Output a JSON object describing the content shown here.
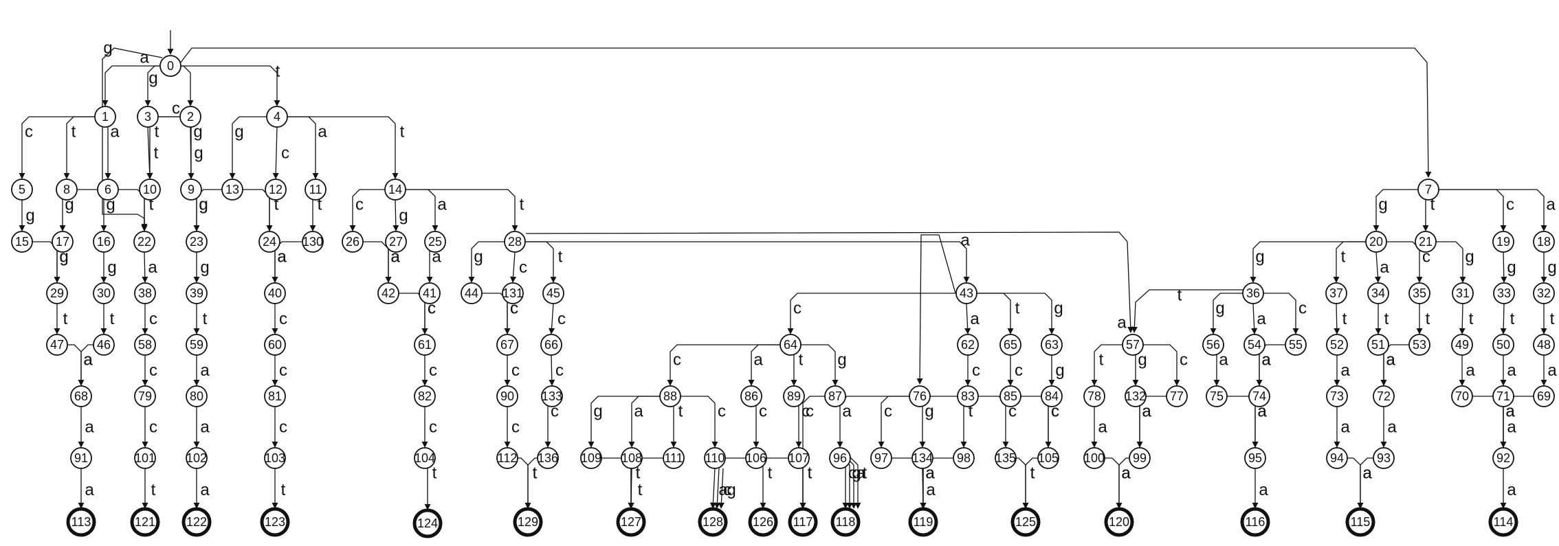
{
  "diagram": {
    "type": "state-transition-graph",
    "start_state": "0",
    "states": [
      "0",
      "1",
      "2",
      "3",
      "4",
      "5",
      "6",
      "7",
      "8",
      "9",
      "10",
      "11",
      "12",
      "13",
      "14",
      "15",
      "16",
      "17",
      "18",
      "19",
      "20",
      "21",
      "22",
      "23",
      "24",
      "25",
      "26",
      "27",
      "28",
      "29",
      "30",
      "31",
      "32",
      "33",
      "34",
      "35",
      "36",
      "37",
      "38",
      "39",
      "40",
      "41",
      "42",
      "43",
      "44",
      "45",
      "46",
      "47",
      "48",
      "49",
      "50",
      "51",
      "52",
      "53",
      "54",
      "55",
      "56",
      "57",
      "58",
      "59",
      "60",
      "61",
      "62",
      "63",
      "64",
      "65",
      "66",
      "67",
      "68",
      "69",
      "70",
      "71",
      "72",
      "73",
      "74",
      "75",
      "76",
      "77",
      "78",
      "79",
      "80",
      "81",
      "82",
      "83",
      "84",
      "85",
      "86",
      "87",
      "88",
      "89",
      "90",
      "91",
      "92",
      "93",
      "94",
      "95",
      "96",
      "97",
      "98",
      "99",
      "100",
      "101",
      "102",
      "103",
      "104",
      "105",
      "106",
      "107",
      "108",
      "109",
      "110",
      "111",
      "112",
      "113",
      "114",
      "115",
      "116",
      "117",
      "118",
      "119",
      "120",
      "121",
      "122",
      "123",
      "124",
      "125",
      "126",
      "127",
      "128",
      "129",
      "130",
      "131",
      "132",
      "133",
      "134",
      "135",
      "136"
    ],
    "final_states": [
      "113",
      "114",
      "115",
      "116",
      "117",
      "118",
      "119",
      "120",
      "121",
      "122",
      "123",
      "124",
      "125",
      "126",
      "127",
      "128",
      "129"
    ],
    "transitions": [
      {
        "from": "0",
        "to": "1",
        "label": "a"
      },
      {
        "from": "0",
        "to": "22",
        "label": "g"
      },
      {
        "from": "0",
        "to": "3",
        "label": "g"
      },
      {
        "from": "0",
        "to": "2",
        "label": "c"
      },
      {
        "from": "0",
        "to": "4",
        "label": "t"
      },
      {
        "from": "0",
        "to": "7",
        "label": ""
      },
      {
        "from": "1",
        "to": "5",
        "label": "c"
      },
      {
        "from": "1",
        "to": "8",
        "label": "t"
      },
      {
        "from": "1",
        "to": "6",
        "label": "a"
      },
      {
        "from": "3",
        "to": "10",
        "label": "t"
      },
      {
        "from": "3",
        "to": "9",
        "label": "g"
      },
      {
        "from": "2",
        "to": "10",
        "label": "t"
      },
      {
        "from": "2",
        "to": "9",
        "label": "g"
      },
      {
        "from": "4",
        "to": "13",
        "label": "g"
      },
      {
        "from": "4",
        "to": "12",
        "label": "c"
      },
      {
        "from": "4",
        "to": "11",
        "label": "a"
      },
      {
        "from": "4",
        "to": "14",
        "label": "t"
      },
      {
        "from": "5",
        "to": "15",
        "label": "g"
      },
      {
        "from": "15",
        "to": "29",
        "label": "g"
      },
      {
        "from": "8",
        "to": "17",
        "label": "g"
      },
      {
        "from": "8",
        "to": "22",
        "label": "t"
      },
      {
        "from": "17",
        "to": "29",
        "label": "g"
      },
      {
        "from": "6",
        "to": "16",
        "label": "g"
      },
      {
        "from": "16",
        "to": "30",
        "label": "g"
      },
      {
        "from": "30",
        "to": "46",
        "label": "t"
      },
      {
        "from": "46",
        "to": "68",
        "label": "a"
      },
      {
        "from": "29",
        "to": "47",
        "label": "t"
      },
      {
        "from": "47",
        "to": "68",
        "label": "a"
      },
      {
        "from": "68",
        "to": "91",
        "label": "a"
      },
      {
        "from": "91",
        "to": "113",
        "label": "a"
      },
      {
        "from": "10",
        "to": "22",
        "label": "t"
      },
      {
        "from": "22",
        "to": "38",
        "label": "a"
      },
      {
        "from": "38",
        "to": "58",
        "label": "c"
      },
      {
        "from": "58",
        "to": "79",
        "label": "c"
      },
      {
        "from": "79",
        "to": "101",
        "label": "c"
      },
      {
        "from": "101",
        "to": "121",
        "label": "t"
      },
      {
        "from": "9",
        "to": "23",
        "label": "g"
      },
      {
        "from": "13",
        "to": "23",
        "label": "g"
      },
      {
        "from": "23",
        "to": "39",
        "label": "g"
      },
      {
        "from": "39",
        "to": "59",
        "label": "t"
      },
      {
        "from": "59",
        "to": "80",
        "label": "a"
      },
      {
        "from": "80",
        "to": "102",
        "label": "a"
      },
      {
        "from": "102",
        "to": "122",
        "label": "a"
      },
      {
        "from": "13",
        "to": "24",
        "label": "t"
      },
      {
        "from": "12",
        "to": "24",
        "label": "t"
      },
      {
        "from": "24",
        "to": "40",
        "label": "a"
      },
      {
        "from": "11",
        "to": "130",
        "label": "t"
      },
      {
        "from": "130",
        "to": "40",
        "label": "a"
      },
      {
        "from": "40",
        "to": "60",
        "label": "c"
      },
      {
        "from": "60",
        "to": "81",
        "label": "c"
      },
      {
        "from": "81",
        "to": "103",
        "label": "c"
      },
      {
        "from": "103",
        "to": "123",
        "label": "t"
      },
      {
        "from": "14",
        "to": "26",
        "label": "c"
      },
      {
        "from": "14",
        "to": "27",
        "label": "g"
      },
      {
        "from": "14",
        "to": "25",
        "label": "a"
      },
      {
        "from": "14",
        "to": "28",
        "label": "t"
      },
      {
        "from": "26",
        "to": "42",
        "label": "a"
      },
      {
        "from": "27",
        "to": "42",
        "label": "a"
      },
      {
        "from": "25",
        "to": "41",
        "label": "a"
      },
      {
        "from": "42",
        "to": "61",
        "label": "c"
      },
      {
        "from": "41",
        "to": "61",
        "label": "c"
      },
      {
        "from": "61",
        "to": "82",
        "label": "c"
      },
      {
        "from": "82",
        "to": "104",
        "label": "c"
      },
      {
        "from": "104",
        "to": "124",
        "label": "t"
      },
      {
        "from": "28",
        "to": "44",
        "label": "g"
      },
      {
        "from": "28",
        "to": "131",
        "label": "c"
      },
      {
        "from": "28",
        "to": "45",
        "label": "t"
      },
      {
        "from": "28",
        "to": "57",
        "label": "a"
      },
      {
        "from": "44",
        "to": "67",
        "label": "c"
      },
      {
        "from": "131",
        "to": "67",
        "label": "c"
      },
      {
        "from": "45",
        "to": "66",
        "label": "c"
      },
      {
        "from": "67",
        "to": "90",
        "label": "c"
      },
      {
        "from": "90",
        "to": "112",
        "label": "c"
      },
      {
        "from": "112",
        "to": "129",
        "label": "t"
      },
      {
        "from": "66",
        "to": "133",
        "label": "c"
      },
      {
        "from": "133",
        "to": "136",
        "label": "c"
      },
      {
        "from": "136",
        "to": "129",
        "label": "t"
      },
      {
        "from": "43",
        "to": "64",
        "label": "c"
      },
      {
        "from": "43",
        "to": "62",
        "label": "a"
      },
      {
        "from": "43",
        "to": "65",
        "label": "t"
      },
      {
        "from": "43",
        "to": "63",
        "label": "g"
      },
      {
        "from": "64",
        "to": "88",
        "label": "c"
      },
      {
        "from": "64",
        "to": "86",
        "label": "a"
      },
      {
        "from": "64",
        "to": "89",
        "label": "t"
      },
      {
        "from": "64",
        "to": "87",
        "label": "g"
      },
      {
        "from": "88",
        "to": "109",
        "label": "g"
      },
      {
        "from": "88",
        "to": "108",
        "label": "a"
      },
      {
        "from": "88",
        "to": "111",
        "label": "t"
      },
      {
        "from": "88",
        "to": "110",
        "label": "c"
      },
      {
        "from": "109",
        "to": "127",
        "label": "t"
      },
      {
        "from": "108",
        "to": "127",
        "label": "t"
      },
      {
        "from": "111",
        "to": "127",
        "label": "t"
      },
      {
        "from": "110",
        "to": "128",
        "label": "a"
      },
      {
        "from": "110",
        "to": "128",
        "label": "c"
      },
      {
        "from": "110",
        "to": "128",
        "label": "g"
      },
      {
        "from": "110",
        "to": "117",
        "label": "t"
      },
      {
        "from": "86",
        "to": "106",
        "label": "c"
      },
      {
        "from": "106",
        "to": "126",
        "label": "t"
      },
      {
        "from": "89",
        "to": "107",
        "label": "c"
      },
      {
        "from": "87",
        "to": "117",
        "label": "c"
      },
      {
        "from": "107",
        "to": "117",
        "label": "t"
      },
      {
        "from": "76",
        "to": "96",
        "label": "a"
      },
      {
        "from": "76",
        "to": "97",
        "label": "c"
      },
      {
        "from": "76",
        "to": "134",
        "label": "g"
      },
      {
        "from": "76",
        "to": "98",
        "label": "t"
      },
      {
        "from": "96",
        "to": "118",
        "label": "c"
      },
      {
        "from": "96",
        "to": "118",
        "label": "g"
      },
      {
        "from": "96",
        "to": "118",
        "label": "a"
      },
      {
        "from": "96",
        "to": "118",
        "label": "t"
      },
      {
        "from": "97",
        "to": "119",
        "label": "a"
      },
      {
        "from": "134",
        "to": "119",
        "label": "a"
      },
      {
        "from": "98",
        "to": "119",
        "label": "a"
      },
      {
        "from": "62",
        "to": "83",
        "label": "c"
      },
      {
        "from": "83",
        "to": "135",
        "label": "c"
      },
      {
        "from": "135",
        "to": "125",
        "label": "t"
      },
      {
        "from": "65",
        "to": "85",
        "label": "c"
      },
      {
        "from": "85",
        "to": "105",
        "label": "c"
      },
      {
        "from": "63",
        "to": "84",
        "label": "g"
      },
      {
        "from": "84",
        "to": "105",
        "label": "c"
      },
      {
        "from": "105",
        "to": "125",
        "label": "t"
      },
      {
        "from": "57",
        "to": "78",
        "label": "t"
      },
      {
        "from": "57",
        "to": "132",
        "label": "g"
      },
      {
        "from": "57",
        "to": "77",
        "label": "c"
      },
      {
        "from": "78",
        "to": "100",
        "label": "a"
      },
      {
        "from": "100",
        "to": "120",
        "label": "a"
      },
      {
        "from": "132",
        "to": "99",
        "label": "a"
      },
      {
        "from": "77",
        "to": "99",
        "label": "a"
      },
      {
        "from": "99",
        "to": "120",
        "label": "a"
      },
      {
        "from": "7",
        "to": "20",
        "label": "g"
      },
      {
        "from": "7",
        "to": "21",
        "label": "t"
      },
      {
        "from": "7",
        "to": "19",
        "label": "c"
      },
      {
        "from": "7",
        "to": "18",
        "label": "a"
      },
      {
        "from": "20",
        "to": "36",
        "label": "g"
      },
      {
        "from": "20",
        "to": "37",
        "label": "t"
      },
      {
        "from": "20",
        "to": "34",
        "label": "a"
      },
      {
        "from": "20",
        "to": "35",
        "label": "c"
      },
      {
        "from": "36",
        "to": "57",
        "label": "t"
      },
      {
        "from": "36",
        "to": "56",
        "label": "g"
      },
      {
        "from": "36",
        "to": "54",
        "label": "a"
      },
      {
        "from": "36",
        "to": "55",
        "label": "c"
      },
      {
        "from": "56",
        "to": "75",
        "label": "a"
      },
      {
        "from": "54",
        "to": "74",
        "label": "a"
      },
      {
        "from": "55",
        "to": "74",
        "label": "a"
      },
      {
        "from": "75",
        "to": "95",
        "label": "a"
      },
      {
        "from": "74",
        "to": "95",
        "label": "a"
      },
      {
        "from": "95",
        "to": "116",
        "label": "a"
      },
      {
        "from": "37",
        "to": "52",
        "label": "t"
      },
      {
        "from": "52",
        "to": "73",
        "label": "a"
      },
      {
        "from": "73",
        "to": "94",
        "label": "a"
      },
      {
        "from": "94",
        "to": "115",
        "label": "a"
      },
      {
        "from": "34",
        "to": "51",
        "label": "t"
      },
      {
        "from": "35",
        "to": "53",
        "label": "t"
      },
      {
        "from": "51",
        "to": "72",
        "label": "a"
      },
      {
        "from": "53",
        "to": "72",
        "label": "a"
      },
      {
        "from": "72",
        "to": "93",
        "label": "a"
      },
      {
        "from": "93",
        "to": "115",
        "label": "a"
      },
      {
        "from": "21",
        "to": "31",
        "label": "g"
      },
      {
        "from": "31",
        "to": "49",
        "label": "t"
      },
      {
        "from": "49",
        "to": "70",
        "label": "a"
      },
      {
        "from": "70",
        "to": "92",
        "label": "a"
      },
      {
        "from": "19",
        "to": "33",
        "label": "g"
      },
      {
        "from": "33",
        "to": "50",
        "label": "t"
      },
      {
        "from": "50",
        "to": "71",
        "label": "a"
      },
      {
        "from": "71",
        "to": "92",
        "label": "a"
      },
      {
        "from": "18",
        "to": "32",
        "label": "g"
      },
      {
        "from": "32",
        "to": "48",
        "label": "t"
      },
      {
        "from": "48",
        "to": "69",
        "label": "a"
      },
      {
        "from": "69",
        "to": "92",
        "label": "a"
      },
      {
        "from": "92",
        "to": "114",
        "label": "a"
      },
      {
        "from": "28",
        "to": "43",
        "label": ""
      },
      {
        "from": "43",
        "to": "76",
        "label": "a"
      }
    ]
  }
}
